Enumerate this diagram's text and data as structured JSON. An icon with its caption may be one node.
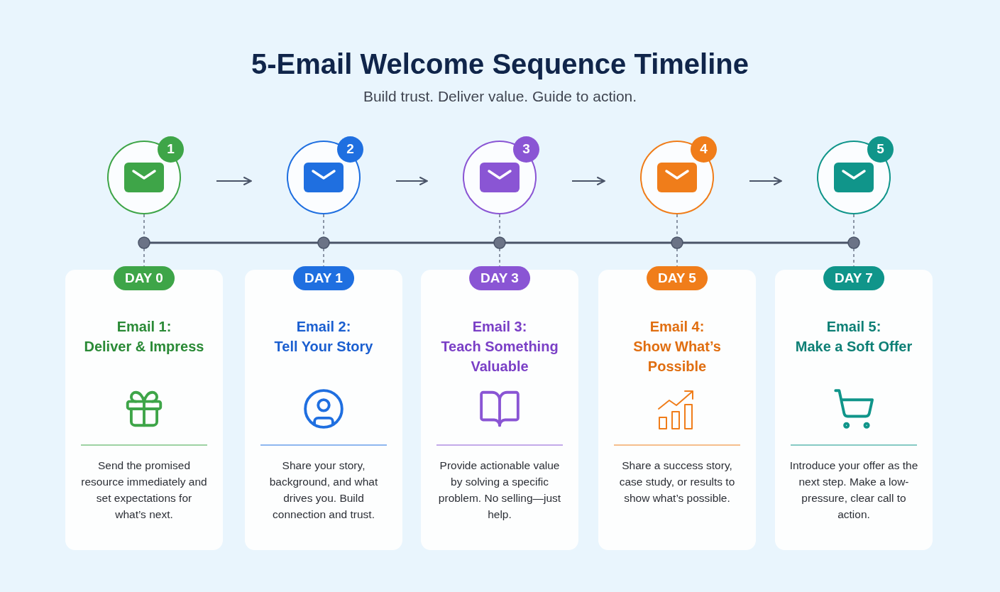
{
  "diagram": {
    "title": "5-Email Welcome Sequence Timeline",
    "caption": "Build trust. Deliver value. Guide to action.",
    "nodes": [
      {
        "text": [
          "1"
        ]
      },
      {
        "text": [
          "2"
        ]
      },
      {
        "text": [
          "3"
        ]
      },
      {
        "text": [
          "4"
        ]
      },
      {
        "text": [
          "5"
        ]
      },
      {
        "text": [
          "DAY 0",
          "Email 1: Deliver & Impress",
          "Send the promised resource immediately and set expectations for what’s next."
        ]
      },
      {
        "text": [
          "DAY 1",
          "Email 2: Tell Your Story",
          "Share your story, background, and what drives you. Build connection and trust."
        ]
      },
      {
        "text": [
          "DAY 3",
          "Email 3: Teach Something Valuable",
          "Provide actionable value by solving a specific problem. No selling—just help."
        ]
      },
      {
        "text": [
          "DAY 5",
          "Email 4: Show What’s Possible",
          "Share a success story, case study, or results to show what’s possible."
        ]
      },
      {
        "text": [
          "DAY 7",
          "Email 5: Make a Soft Offer",
          "Introduce your offer as the next step. Make a low-pressure, clear call to action."
        ]
      }
    ],
    "edges": [
      {
        "from": 0,
        "to": 1,
        "arrow": "to"
      },
      {
        "from": 1,
        "to": 2,
        "arrow": "to"
      },
      {
        "from": 2,
        "to": 3,
        "arrow": "to"
      },
      {
        "from": 3,
        "to": 4,
        "arrow": "to"
      },
      {
        "from": 0,
        "to": 5,
        "arrow": "none",
        "style": "dashed"
      },
      {
        "from": 1,
        "to": 6,
        "arrow": "none",
        "style": "dashed"
      },
      {
        "from": 2,
        "to": 7,
        "arrow": "none",
        "style": "dashed"
      },
      {
        "from": 3,
        "to": 8,
        "arrow": "none",
        "style": "dashed"
      },
      {
        "from": 4,
        "to": 9,
        "arrow": "none",
        "style": "dashed"
      }
    ]
  }
}
